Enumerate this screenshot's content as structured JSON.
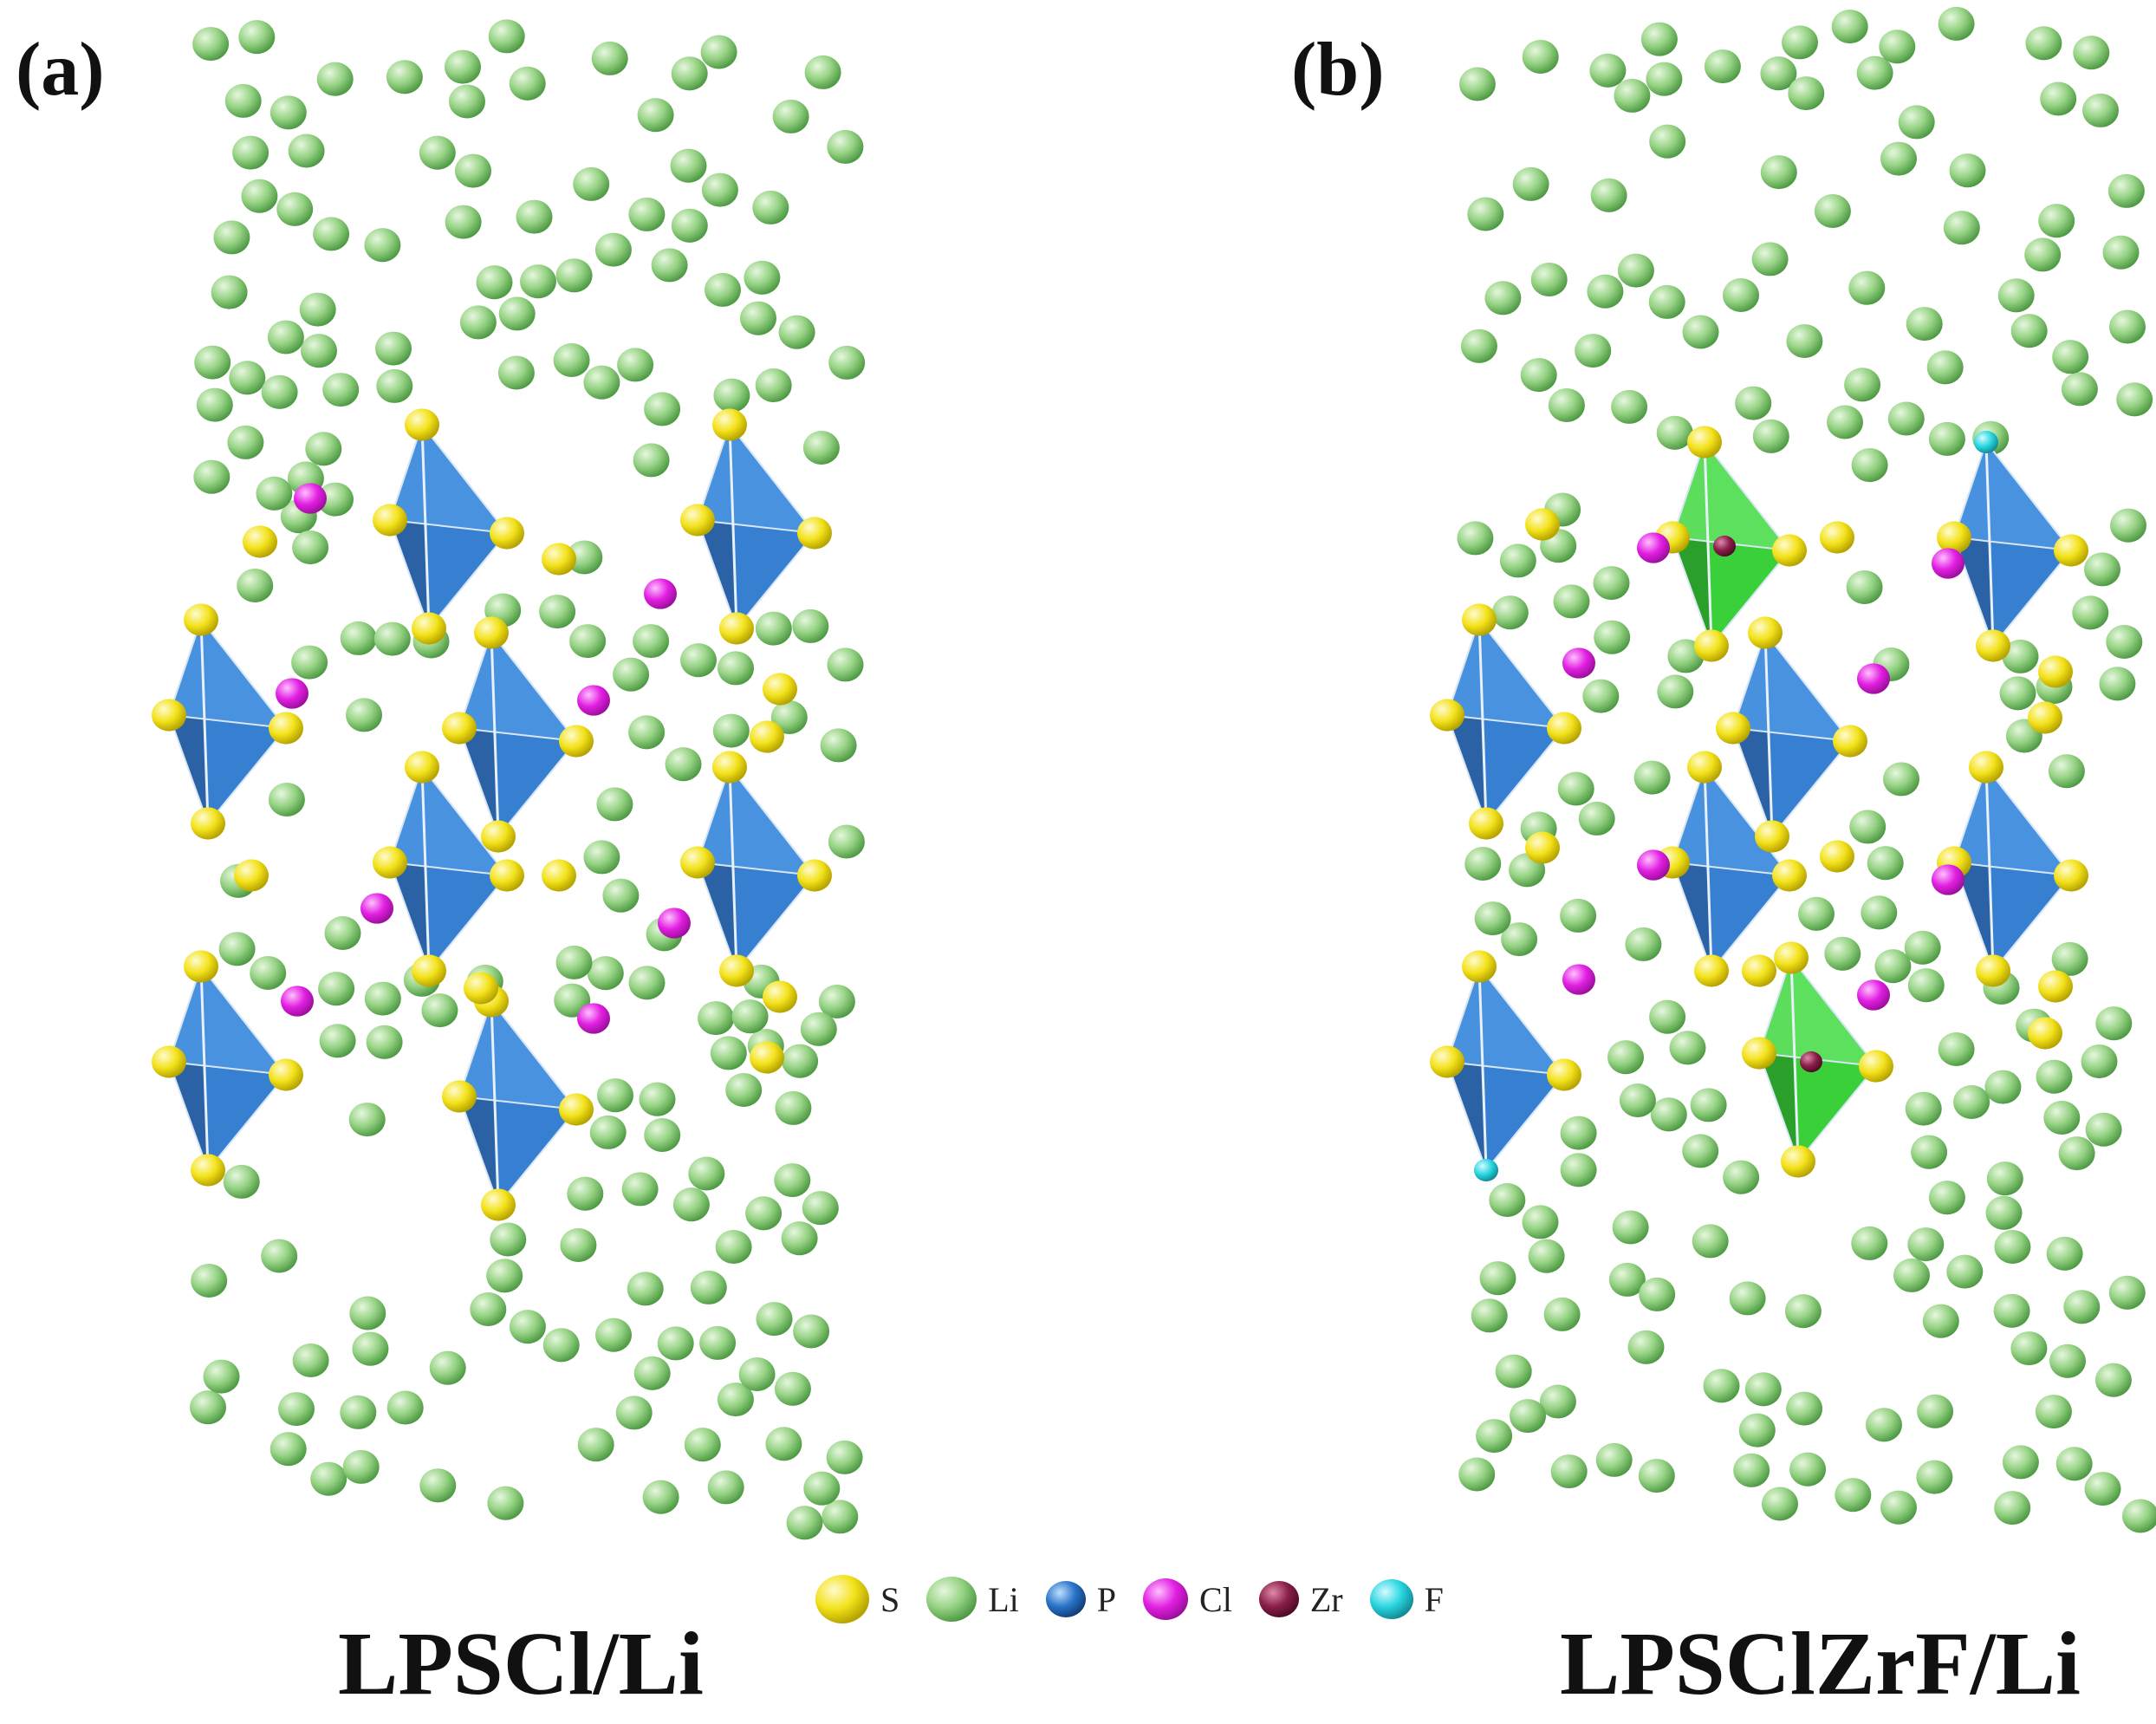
{
  "panels": [
    {
      "label": "(a)",
      "caption": "LPSCl/Li"
    },
    {
      "label": "(b)",
      "caption": "LPSClZrF/Li"
    }
  ],
  "legend": [
    {
      "symbol": "S",
      "color": "#f2e21a"
    },
    {
      "symbol": "Li",
      "color": "#8fcf7d"
    },
    {
      "symbol": "P",
      "color": "#2a74c9"
    },
    {
      "symbol": "Cl",
      "color": "#e020e0"
    },
    {
      "symbol": "Zr",
      "color": "#8a1f4a"
    },
    {
      "symbol": "F",
      "color": "#27d8e0"
    }
  ],
  "polyhedra_colors": {
    "PS4": "#2c78cf",
    "ZrS4": "#2ecc2e"
  }
}
